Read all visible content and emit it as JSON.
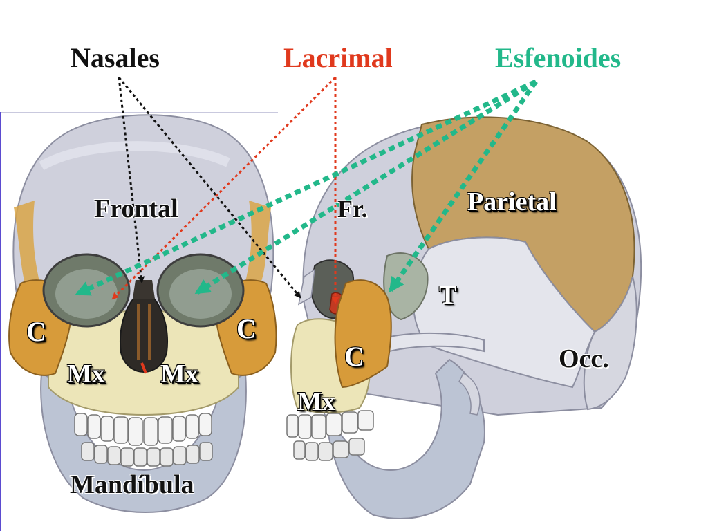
{
  "headers": {
    "nasales": "Nasales",
    "lacrimal": "Lacrimal",
    "esfenoides": "Esfenoides"
  },
  "labels": {
    "frontal": "Frontal",
    "c_left_front": "C",
    "c_right_front": "C",
    "mx_left": "Mx",
    "mx_right": "Mx",
    "mandibula": "Mandíbula",
    "fr": "Fr.",
    "parietal": "Parietal",
    "t": "T",
    "c_lateral": "C",
    "mx_lateral": "Mx",
    "occ": "Occ."
  },
  "colors": {
    "nasales": "#111111",
    "lacrimal": "#e0391d",
    "esfenoides": "#22b88a",
    "bone_gray": "#cfd0dc",
    "bone_shade": "#a9abbb",
    "zygomatic_orange": "#d79b3a",
    "maxilla_cream": "#ece5b8",
    "parietal_tan": "#c4a064",
    "temporal_light": "#e4e5ec",
    "mandible_blue": "#bcc4d4"
  }
}
